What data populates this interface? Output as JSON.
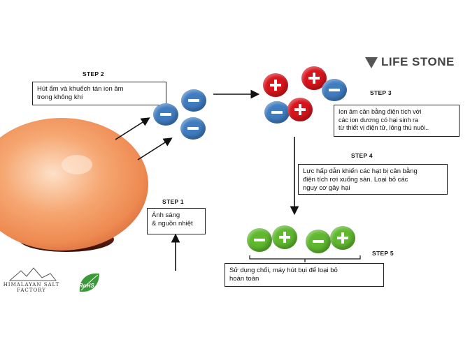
{
  "brand": {
    "name": "LIFE STONE"
  },
  "logos": {
    "himalayan_line1": "HIMALAYAN SALT",
    "himalayan_line2": "FACTORY",
    "rohs": "RoHS"
  },
  "steps": [
    {
      "label": "STEP 1",
      "text": "Ánh sáng\n& nguồn nhiệt"
    },
    {
      "label": "STEP 2",
      "text": "Hút ẩm và khuếch tán ion âm\ntrong không khí"
    },
    {
      "label": "STEP 3",
      "text": "Ion âm cân bằng điện tích với\ncác ion dương có hại sinh ra\ntừ thiết vị điện tử, lông thú nuôi.."
    },
    {
      "label": "STEP 4",
      "text": "Lực hấp dẫn khiến các hạt bị cân bằng\nđiện tích rơi xuống sàn. Loại bỏ các\nnguy cơ gây hại"
    },
    {
      "label": "STEP 5",
      "text": "Sử dụng chổi, máy hút bụi để loại bỏ\nhoàn toàn"
    }
  ],
  "colors": {
    "negative_ion": "#3f7cc0",
    "positive_ion": "#d7141b",
    "neutral_pair": "#5fb82e",
    "lamp": "#f0a070"
  }
}
